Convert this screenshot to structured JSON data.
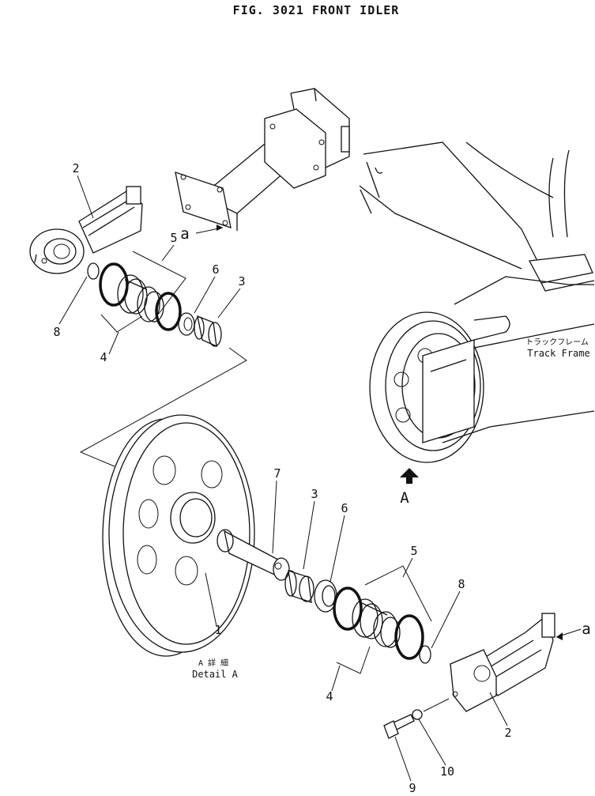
{
  "figure": {
    "title": "FIG. 3021  FRONT IDLER",
    "callouts": [
      "1",
      "2",
      "3",
      "4",
      "5",
      "6",
      "7",
      "8",
      "9",
      "10"
    ],
    "view_marker": "A",
    "section_marker": "a",
    "track_frame_jp": "トラックフレーム",
    "track_frame_en": "Track Frame",
    "detail_jp": "A 詳 細",
    "detail_en": "Detail A"
  }
}
